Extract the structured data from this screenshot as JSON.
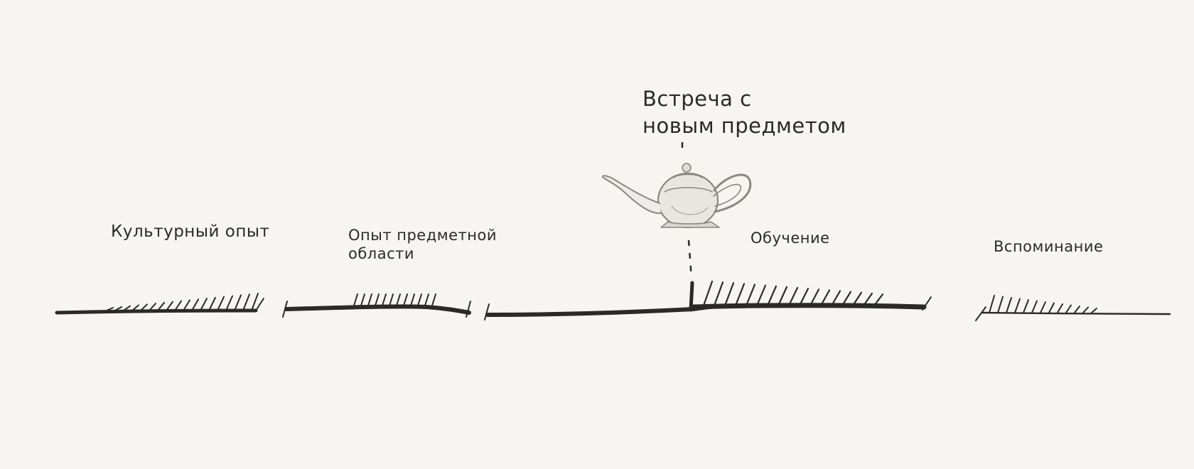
{
  "diagram": {
    "stages": [
      {
        "id": "culture",
        "label": "Культурный опыт"
      },
      {
        "id": "domain",
        "label_line1": "Опыт предметной",
        "label_line2": "области"
      },
      {
        "id": "learning",
        "label": "Обучение"
      },
      {
        "id": "recall",
        "label": "Вспоминание"
      }
    ],
    "event": {
      "label_line1": "Встреча с",
      "label_line2": "новым предметом",
      "icon": "teapot-icon"
    },
    "colors": {
      "background": "#f6f5f1",
      "ink": "#2b2a28"
    }
  }
}
